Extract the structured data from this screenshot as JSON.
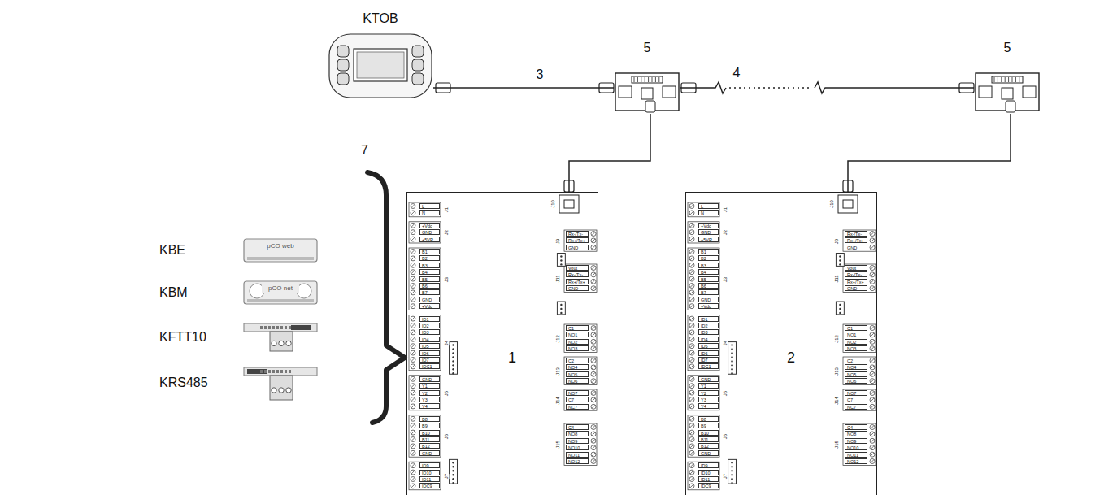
{
  "diagram": {
    "nodes": [
      {
        "text": [
          "KTOB"
        ]
      },
      {
        "text": [
          "5"
        ]
      },
      {
        "text": [
          "5"
        ]
      },
      {
        "text": [
          "1"
        ]
      },
      {
        "text": [
          "2"
        ]
      },
      {
        "text": [
          "KBE",
          "pCO web"
        ]
      },
      {
        "text": [
          "KBM",
          "pCO net"
        ]
      },
      {
        "text": [
          "KFTT10"
        ]
      },
      {
        "text": [
          "KRS485"
        ]
      }
    ],
    "edges": [
      {
        "from": 0,
        "to": 1,
        "arrow": "none",
        "label": "3"
      },
      {
        "from": 1,
        "to": 2,
        "arrow": "none",
        "label": "4"
      },
      {
        "from": 1,
        "to": 3,
        "arrow": "none"
      },
      {
        "from": 2,
        "to": 4,
        "arrow": "none"
      }
    ],
    "labels": [
      "7",
      "L",
      "N",
      "+Vdc",
      "GND",
      "+5VR",
      "B1",
      "B2",
      "B3",
      "B4",
      "B5",
      "B6",
      "B7",
      "GND",
      "+Vdc",
      "ID1",
      "ID2",
      "ID3",
      "ID4",
      "ID5",
      "ID6",
      "ID7",
      "IDC1",
      "GND",
      "Y1",
      "Y2",
      "Y3",
      "Y4",
      "B8",
      "B9",
      "B10",
      "B11",
      "B12",
      "GND",
      "ID9",
      "ID10",
      "ID11",
      "IDC9",
      "Rx-/Tx-",
      "Rx+/Tx+",
      "GND",
      "Vout",
      "Rx-/Tx-",
      "Rx+/Tx+",
      "GND",
      "C1",
      "NO1",
      "NO2",
      "NO3",
      "C2",
      "NO4",
      "NO5",
      "NO6",
      "NO7",
      "C7",
      "NC7",
      "C4",
      "NO8",
      "NO9",
      "NO10",
      "NO11",
      "NO12",
      "J1",
      "J2",
      "J3",
      "J4",
      "J5",
      "J6",
      "J7",
      "J10",
      "J9",
      "J11",
      "J12",
      "J13",
      "J14",
      "J15",
      "L",
      "N",
      "+Vdc",
      "GND",
      "+5VR",
      "B1",
      "B2",
      "B3",
      "B4",
      "B5",
      "B6",
      "B7",
      "GND",
      "+Vdc",
      "ID1",
      "ID2",
      "ID3",
      "ID4",
      "ID5",
      "ID6",
      "ID7",
      "IDC1",
      "GND",
      "Y1",
      "Y2",
      "Y3",
      "Y4",
      "B8",
      "B9",
      "B10",
      "B11",
      "B12",
      "GND",
      "ID9",
      "ID10",
      "ID11",
      "IDC9",
      "Rx-/Tx-",
      "Rx+/Tx+",
      "GND",
      "Vout",
      "Rx-/Tx-",
      "Rx+/Tx+",
      "GND",
      "C1",
      "NO1",
      "NO2",
      "NO3",
      "C2",
      "NO4",
      "NO5",
      "NO6",
      "NO7",
      "C7",
      "NC7",
      "C4",
      "NO8",
      "NO9",
      "NO10",
      "NO11",
      "NO12",
      "J1",
      "J2",
      "J3",
      "J4",
      "J5",
      "J6",
      "J7",
      "J10",
      "J9",
      "J11",
      "J12",
      "J13",
      "J14",
      "J15"
    ]
  }
}
